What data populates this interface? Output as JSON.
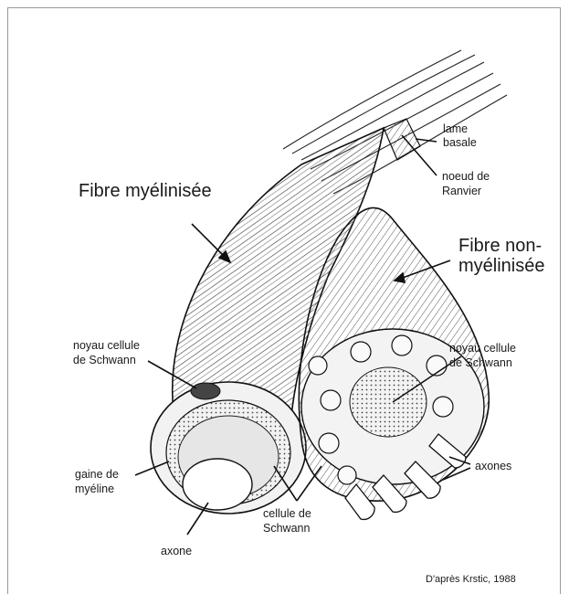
{
  "labels": {
    "fibre_myelinisee": "Fibre myélinisée",
    "fibre_non_myelinisee_1": "Fibre non-",
    "fibre_non_myelinisee_2": "myélinisée",
    "lame_basale_1": "lame",
    "lame_basale_2": "basale",
    "noeud_ranvier_1": "noeud de",
    "noeud_ranvier_2": "Ranvier",
    "noyau_left_1": "noyau cellule",
    "noyau_left_2": "de Schwann",
    "noyau_right_1": "noyau cellule",
    "noyau_right_2": "de Schwann",
    "gaine_1": "gaine de",
    "gaine_2": "myéline",
    "axone": "axone",
    "cellule_1": "cellule de",
    "cellule_2": "Schwann",
    "axones": "axones",
    "credit": "D'après Krstic, 1988"
  }
}
